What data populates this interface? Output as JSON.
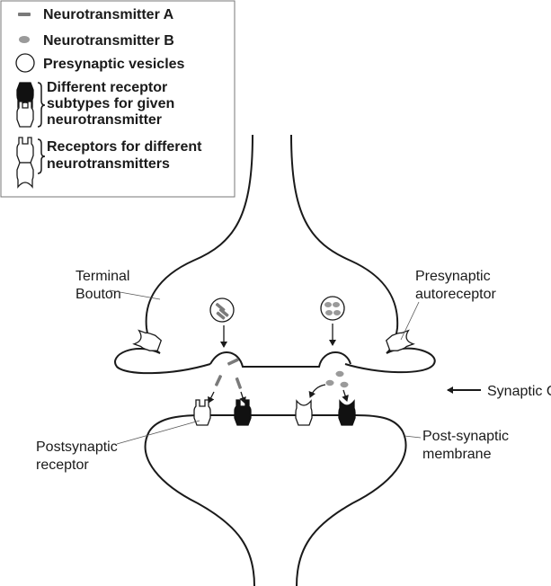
{
  "legend": {
    "neurotransmitter_a": "Neurotransmitter A",
    "neurotransmitter_b": "Neurotransmitter B",
    "presynaptic_vesicles": "Presynaptic vesicles",
    "receptor_subtypes": [
      "Different receptor",
      "subtypes for given",
      "neurotransmitter"
    ],
    "receptors_different": [
      "Receptors for different",
      "neurotransmitters"
    ]
  },
  "labels": {
    "terminal_bouton": [
      "Terminal",
      "Bouton"
    ],
    "presynaptic_autoreceptor": [
      "Presynaptic",
      "autoreceptor"
    ],
    "synaptic_cleft": "Synaptic Cleft",
    "postsynaptic_receptor": [
      "Postsynaptic",
      "receptor"
    ],
    "postsynaptic_membrane": [
      "Post-synaptic",
      "membrane"
    ]
  },
  "colors": {
    "line": "#1a1a1a",
    "neurotransmitter_a": "#7a7a7a",
    "neurotransmitter_b": "#9a9a9a",
    "receptor_filled": "#111111",
    "receptor_open": "#ffffff"
  }
}
